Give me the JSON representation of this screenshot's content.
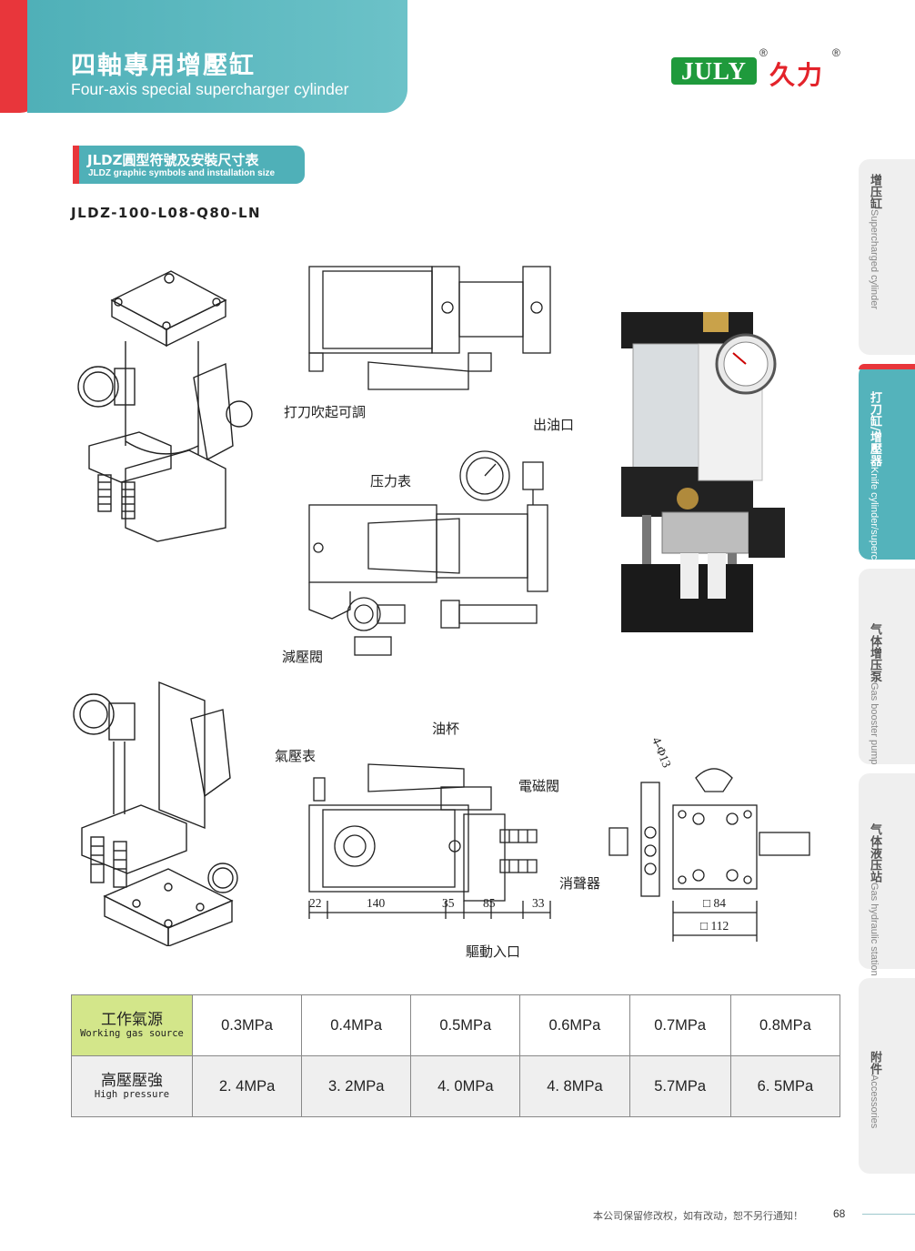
{
  "header": {
    "title_zh": "四軸專用增壓缸",
    "title_en": "Four-axis special supercharger cylinder"
  },
  "logo": {
    "brand_en": "JULY",
    "brand_zh": "久力",
    "registered": "®"
  },
  "section": {
    "title_zh": "JLDZ圓型符號及安裝尺寸表",
    "title_en": "JLDZ graphic symbols and installation size"
  },
  "model": "JLDZ-100-L08-Q80-LN",
  "labels": {
    "knife_blow": "打刀吹起可調",
    "oil_outlet": "出油口",
    "pressure_gauge": "压力表",
    "reducing_valve": "減壓閥",
    "oil_cup": "油杯",
    "air_gauge": "氣壓表",
    "solenoid_valve": "電磁閥",
    "silencer": "消聲器",
    "drive_inlet": "驅動入口",
    "holes": "4-Φ13"
  },
  "dimensions": {
    "d1": "22",
    "d2": "140",
    "d3": "35",
    "d4": "85",
    "d5": "33",
    "sq1": "□ 84",
    "sq2": "□ 112"
  },
  "side_tabs": [
    {
      "zh": "增压缸",
      "en": "Supercharged cylinder"
    },
    {
      "zh": "打刀缸/增壓器",
      "en": "Knife cylinder/supercharger"
    },
    {
      "zh": "气体增压泵",
      "en": "Gas booster pump"
    },
    {
      "zh": "气体液压站",
      "en": "Gas hydraulic station"
    },
    {
      "zh": "附件",
      "en": "Accessories"
    }
  ],
  "table": {
    "row1": {
      "head_zh": "工作氣源",
      "head_en": "Working gas source",
      "values": [
        "0.3MPa",
        "0.4MPa",
        "0.5MPa",
        "0.6MPa",
        "0.7MPa",
        "0.8MPa"
      ]
    },
    "row2": {
      "head_zh": "高壓壓強",
      "head_en": "High pressure",
      "values": [
        "2. 4MPa",
        "3. 2MPa",
        "4. 0MPa",
        "4. 8MPa",
        "5.7MPa",
        "6. 5MPa"
      ]
    }
  },
  "footer": {
    "notice": "本公司保留修改权，如有改动，恕不另行通知！",
    "page": "68"
  }
}
